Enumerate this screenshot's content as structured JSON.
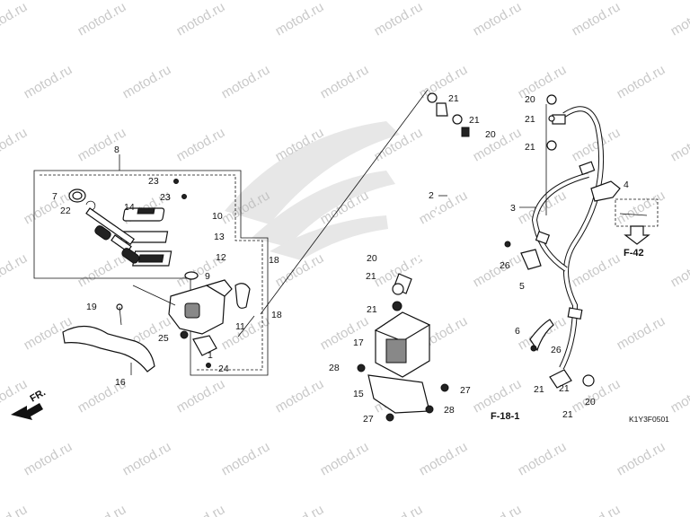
{
  "watermark": "motod.ru",
  "diagram_code": "K1Y3F0501",
  "direction_marker": "FR.",
  "refs": {
    "f42": "F-42",
    "f181": "F-18-1"
  },
  "callouts": [
    {
      "id": "c1",
      "text": "1"
    },
    {
      "id": "c2",
      "text": "2"
    },
    {
      "id": "c3",
      "text": "3"
    },
    {
      "id": "c4",
      "text": "4"
    },
    {
      "id": "c5",
      "text": "5"
    },
    {
      "id": "c6",
      "text": "6"
    },
    {
      "id": "c7",
      "text": "7"
    },
    {
      "id": "c8",
      "text": "8"
    },
    {
      "id": "c9",
      "text": "9"
    },
    {
      "id": "c10",
      "text": "10"
    },
    {
      "id": "c11",
      "text": "11"
    },
    {
      "id": "c12",
      "text": "12"
    },
    {
      "id": "c13",
      "text": "13"
    },
    {
      "id": "c14",
      "text": "14"
    },
    {
      "id": "c15",
      "text": "15"
    },
    {
      "id": "c16",
      "text": "16"
    },
    {
      "id": "c17",
      "text": "17"
    },
    {
      "id": "c18a",
      "text": "18"
    },
    {
      "id": "c18b",
      "text": "18"
    },
    {
      "id": "c19",
      "text": "19"
    },
    {
      "id": "c20a",
      "text": "20"
    },
    {
      "id": "c20b",
      "text": "20"
    },
    {
      "id": "c20c",
      "text": "20"
    },
    {
      "id": "c20d",
      "text": "20"
    },
    {
      "id": "c21a",
      "text": "21"
    },
    {
      "id": "c21b",
      "text": "21"
    },
    {
      "id": "c21c",
      "text": "21"
    },
    {
      "id": "c21d",
      "text": "21"
    },
    {
      "id": "c21e",
      "text": "21"
    },
    {
      "id": "c21f",
      "text": "21"
    },
    {
      "id": "c21g",
      "text": "21"
    },
    {
      "id": "c21h",
      "text": "21"
    },
    {
      "id": "c21i",
      "text": "21"
    },
    {
      "id": "c22",
      "text": "22"
    },
    {
      "id": "c23a",
      "text": "23"
    },
    {
      "id": "c23b",
      "text": "23"
    },
    {
      "id": "c24",
      "text": "24"
    },
    {
      "id": "c25",
      "text": "25"
    },
    {
      "id": "c26a",
      "text": "26"
    },
    {
      "id": "c26b",
      "text": "26"
    },
    {
      "id": "c27a",
      "text": "27"
    },
    {
      "id": "c27b",
      "text": "27"
    },
    {
      "id": "c28a",
      "text": "28"
    },
    {
      "id": "c28b",
      "text": "28"
    }
  ]
}
